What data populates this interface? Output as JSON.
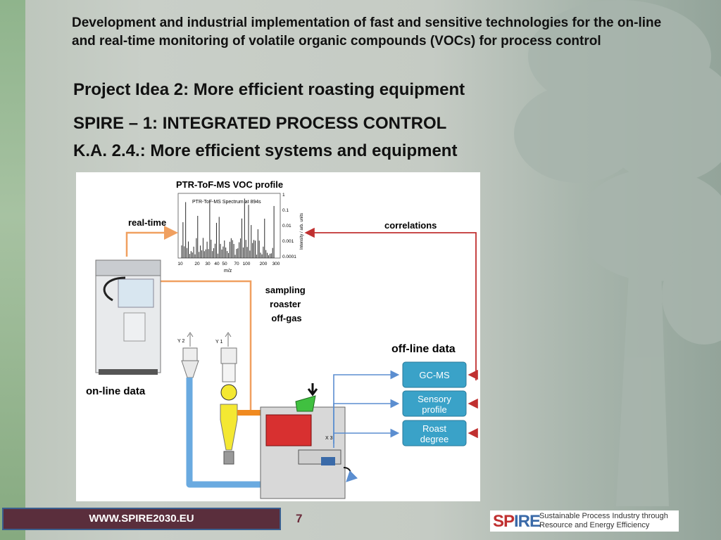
{
  "slide": {
    "title": "Development and industrial implementation of fast and sensitive technologies for the on-line and real-time monitoring of volatile organic compounds (VOCs) for process control",
    "heading_project": "Project Idea 2: More efficient roasting equipment",
    "heading_spire": "SPIRE – 1: INTEGRATED PROCESS CONTROL",
    "heading_ka": "K.A. 2.4.: More efficient systems and equipment",
    "page_number": "7"
  },
  "figure": {
    "voc_title": "PTR-ToF-MS VOC profile",
    "spectrum_label": "PTR-ToF-MS Spectrum at 894s",
    "x_axis_label": "m/z",
    "y_axis_label": "Intensity / arb. units",
    "x_ticks": [
      "10",
      "20",
      "30",
      "40",
      "50",
      "70",
      "100",
      "200",
      "300"
    ],
    "y_ticks": [
      "1",
      "0.1",
      "0.01",
      "0.001",
      "0.0001"
    ],
    "real_time": "real-time",
    "correlations": "correlations",
    "sampling": [
      "sampling",
      "roaster",
      "off-gas"
    ],
    "online_data": "on-line data",
    "offline_data": "off-line data",
    "boxes": [
      [
        "GC-MS"
      ],
      [
        "Sensory",
        "profile"
      ],
      [
        "Roast",
        "degree"
      ]
    ],
    "y2": "Y 2",
    "y1": "Y 1",
    "x3": "X 3"
  },
  "footer": {
    "url": "WWW.SPIRE2030.EU",
    "logo_mark_a": "SP",
    "logo_mark_b": "IRE",
    "logo_line1": "Sustainable Process Industry through",
    "logo_line2": "Resource and Energy Efficiency"
  },
  "colors": {
    "arrow_orange": "#f0a060",
    "arrow_red": "#c03030",
    "arrow_blue": "#5b8ed0",
    "box_teal": "#3aa2c8"
  }
}
